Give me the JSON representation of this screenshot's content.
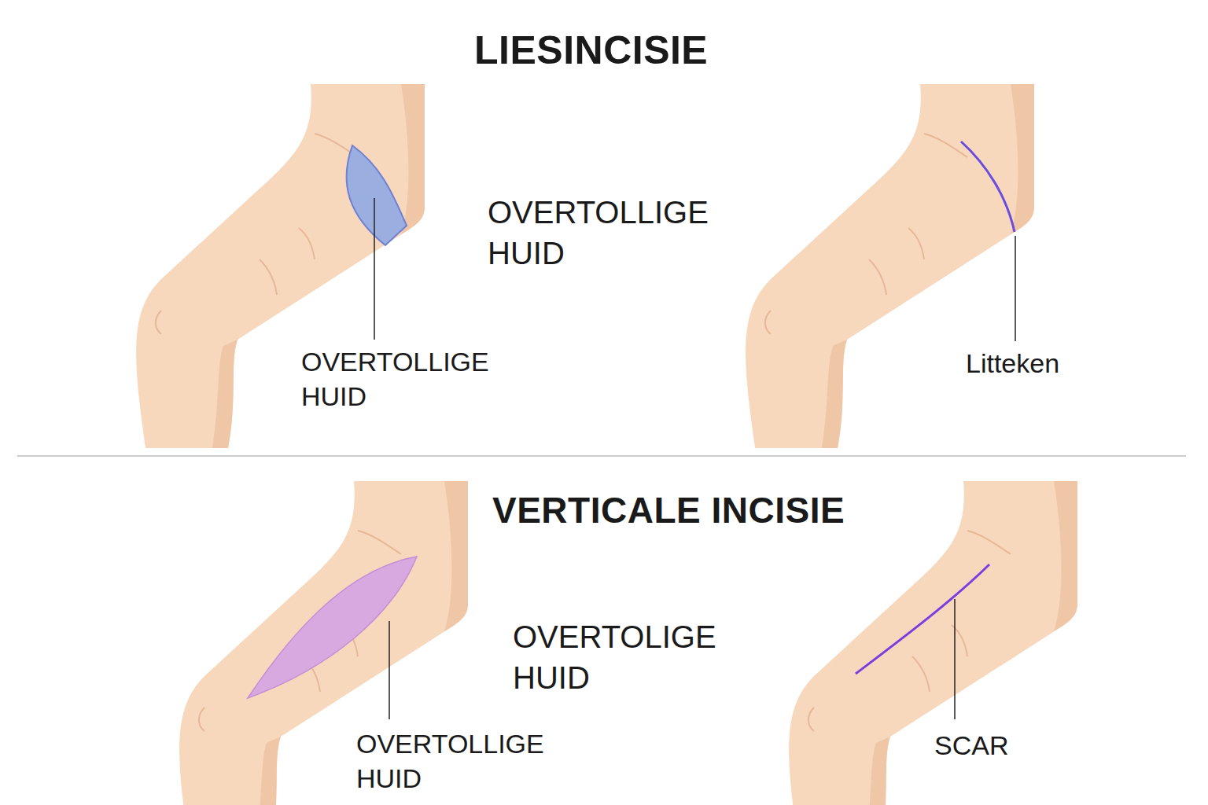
{
  "diagram": {
    "title": "LIESINCISIE",
    "labels": [
      "OVERTOLLIGE HUID",
      "OVERTOLLIGE HUID",
      "Litteken",
      "VERTICALE INCISIE",
      "OVERTOLIGE HUID",
      "OVERTOLLIGE HUID",
      "SCAR"
    ]
  }
}
